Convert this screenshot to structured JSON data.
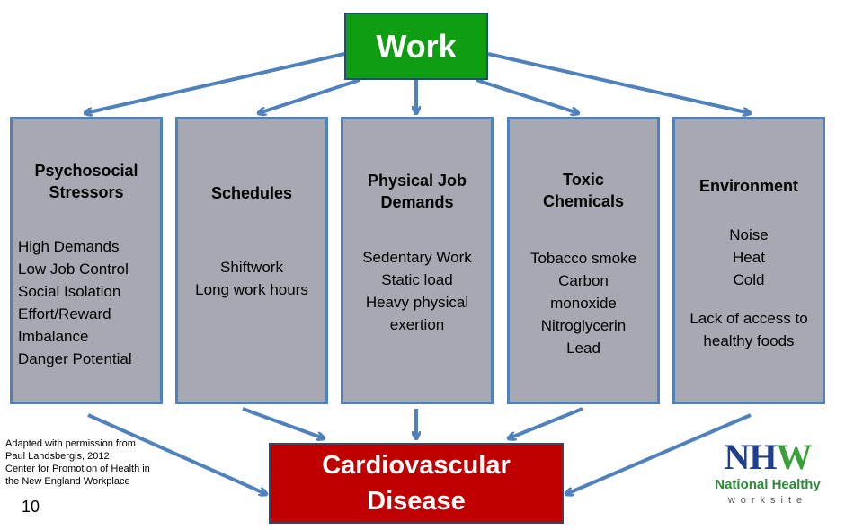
{
  "top": {
    "label": "Work"
  },
  "bottom": {
    "line1": "Cardiovascular",
    "line2": "Disease"
  },
  "categories": [
    {
      "title": [
        "Psychosocial",
        "Stressors"
      ],
      "items": [
        "High Demands",
        "Low Job Control",
        "Social Isolation",
        "Effort/Reward",
        "Imbalance",
        "Danger Potential"
      ]
    },
    {
      "title": [
        "Schedules"
      ],
      "items": [
        "Shiftwork",
        "Long work hours"
      ]
    },
    {
      "title": [
        "Physical Job",
        "Demands"
      ],
      "items": [
        "Sedentary Work",
        "Static load",
        "Heavy physical",
        "exertion"
      ]
    },
    {
      "title": [
        "Toxic",
        "Chemicals"
      ],
      "items": [
        "Tobacco smoke",
        "Carbon",
        "monoxide",
        "Nitroglycerin",
        "Lead"
      ]
    },
    {
      "title": [
        "Environment"
      ],
      "items": [
        "Noise",
        "Heat",
        "Cold",
        "",
        "Lack of access to",
        "healthy foods"
      ]
    }
  ],
  "credit": [
    "Adapted with permission from",
    "Paul Landsbergis, 2012",
    "Center for Promotion of Health in",
    "the New England Workplace"
  ],
  "slide_number": "10",
  "logo": {
    "mark_left": "NH",
    "mark_right": "W",
    "line1": "National Healthy",
    "line2": "worksite"
  },
  "colors": {
    "work": "#0f9d12",
    "disease": "#c00000",
    "box_fill": "#a6a9b1",
    "box_border": "#4f81bd",
    "arrow": "#4f81bd"
  }
}
